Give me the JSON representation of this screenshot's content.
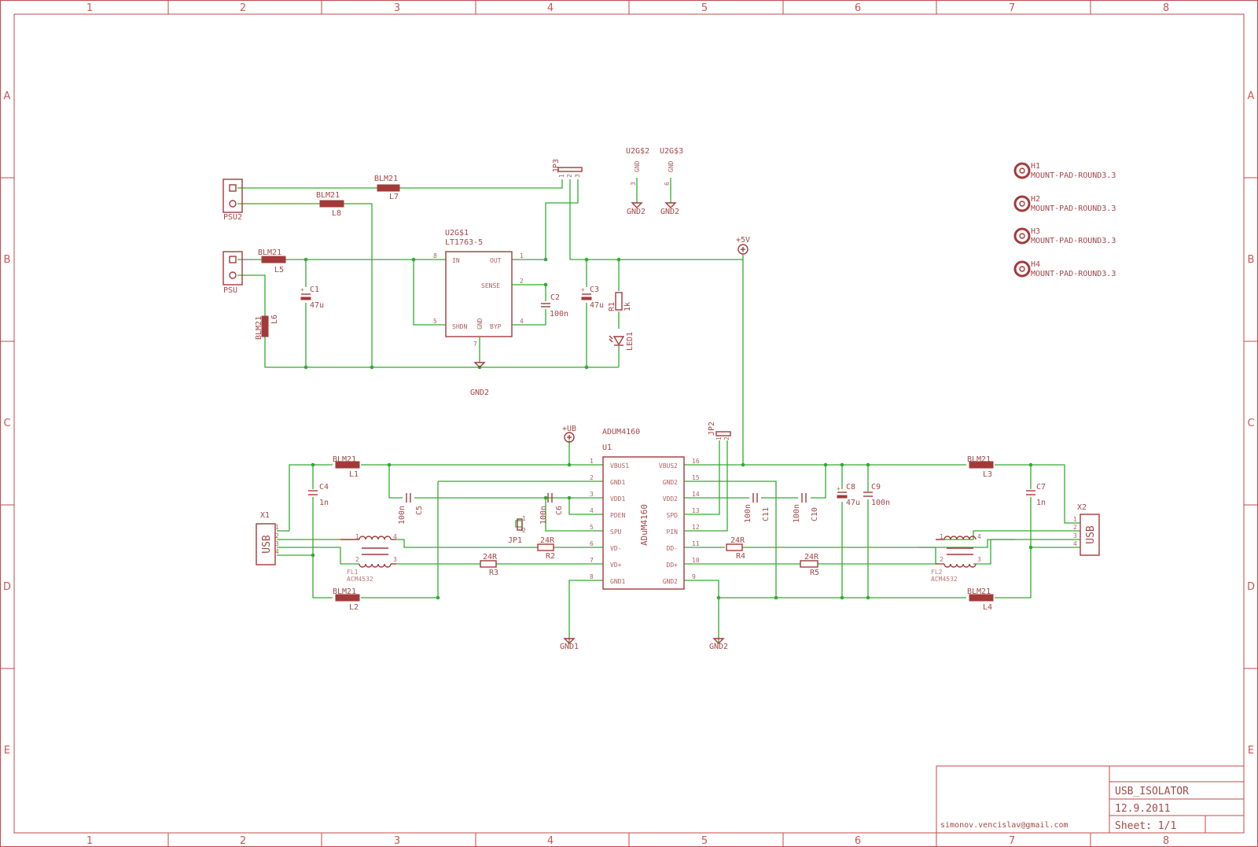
{
  "frame": {
    "columns": [
      "1",
      "2",
      "3",
      "4",
      "5",
      "6",
      "7",
      "8"
    ],
    "rows": [
      "A",
      "B",
      "C",
      "D",
      "E"
    ]
  },
  "title_block": {
    "title": "USB_ISOLATOR",
    "date": "12.9.2011",
    "sheet": "Sheet: 1/1",
    "author": "simonov.vencislav@gmail.com"
  },
  "connectors": {
    "psu2": "PSU2",
    "psu": "PSU",
    "x1": {
      "name": "X1",
      "value": "USB",
      "pins": [
        "1",
        "2",
        "3",
        "4"
      ]
    },
    "x2": {
      "name": "X2",
      "value": "USB",
      "pins": [
        "1",
        "2",
        "3",
        "4"
      ]
    }
  },
  "ferrites": {
    "value": "BLM21",
    "names": [
      "L7",
      "L8",
      "L5",
      "L6",
      "L1",
      "L2",
      "L3",
      "L4"
    ]
  },
  "regulator": {
    "name": "U2G$1",
    "value": "LT1763-5",
    "pins": {
      "in": "IN",
      "out": "OUT",
      "sense": "SENSE",
      "shdn": "SHDN",
      "gnd": "GND",
      "byp": "BYP"
    },
    "pin_numbers": {
      "in": "8",
      "out": "1",
      "sense": "2",
      "shdn": "5",
      "byp": "4",
      "gnd": "7"
    },
    "gnd_units": [
      {
        "name": "U2G$2",
        "pin_label": "GND",
        "pin": "3"
      },
      {
        "name": "U2G$3",
        "pin_label": "GND",
        "pin": "6"
      }
    ]
  },
  "isolator": {
    "name": "U1",
    "value": "ADUM4160",
    "body_label": "ADuM4160",
    "left_pins": [
      {
        "num": "1",
        "name": "VBUS1"
      },
      {
        "num": "2",
        "name": "GND1"
      },
      {
        "num": "3",
        "name": "VDD1"
      },
      {
        "num": "4",
        "name": "PDEN"
      },
      {
        "num": "5",
        "name": "SPU"
      },
      {
        "num": "6",
        "name": "VD-"
      },
      {
        "num": "7",
        "name": "VD+"
      },
      {
        "num": "8",
        "name": "GND1"
      }
    ],
    "right_pins": [
      {
        "num": "16",
        "name": "VBUS2"
      },
      {
        "num": "15",
        "name": "GND2"
      },
      {
        "num": "14",
        "name": "VDD2"
      },
      {
        "num": "13",
        "name": "SPD"
      },
      {
        "num": "12",
        "name": "PIN"
      },
      {
        "num": "11",
        "name": "DD-"
      },
      {
        "num": "10",
        "name": "DD+"
      },
      {
        "num": "9",
        "name": "GND2"
      }
    ]
  },
  "capacitors": [
    {
      "name": "C1",
      "value": "47u"
    },
    {
      "name": "C2",
      "value": "100n"
    },
    {
      "name": "C3",
      "value": "47u"
    },
    {
      "name": "C4",
      "value": "1n"
    },
    {
      "name": "C5",
      "value": "100n"
    },
    {
      "name": "C6",
      "value": "100n"
    },
    {
      "name": "C7",
      "value": "1n"
    },
    {
      "name": "C8",
      "value": "47u"
    },
    {
      "name": "C9",
      "value": "100n"
    },
    {
      "name": "C10",
      "value": "100n"
    },
    {
      "name": "C11",
      "value": "100n"
    }
  ],
  "resistors": [
    {
      "name": "R1",
      "value": "1k"
    },
    {
      "name": "R2",
      "value": "24R"
    },
    {
      "name": "R3",
      "value": "24R"
    },
    {
      "name": "R4",
      "value": "24R"
    },
    {
      "name": "R5",
      "value": "24R"
    }
  ],
  "led": {
    "name": "LED1"
  },
  "jumpers": [
    {
      "name": "JP1",
      "pins": [
        "1",
        "2"
      ]
    },
    {
      "name": "JP2",
      "pins": [
        "1",
        "2"
      ]
    },
    {
      "name": "JP3",
      "pins": [
        "1",
        "2",
        "3"
      ]
    }
  ],
  "chokes": [
    {
      "name": "FL1",
      "value": "ACM4532",
      "pins": [
        "1",
        "2",
        "3",
        "4"
      ]
    },
    {
      "name": "FL2",
      "value": "ACM4532",
      "pins": [
        "1",
        "2",
        "3",
        "4"
      ]
    }
  ],
  "supplies": {
    "p5v": "+5V",
    "pub": "+UB",
    "gnd1": "GND1",
    "gnd2": "GND2"
  },
  "mount_holes": [
    {
      "name": "H1",
      "value": "MOUNT-PAD-ROUND3.3"
    },
    {
      "name": "H2",
      "value": "MOUNT-PAD-ROUND3.3"
    },
    {
      "name": "H3",
      "value": "MOUNT-PAD-ROUND3.3"
    },
    {
      "name": "H4",
      "value": "MOUNT-PAD-ROUND3.3"
    }
  ]
}
